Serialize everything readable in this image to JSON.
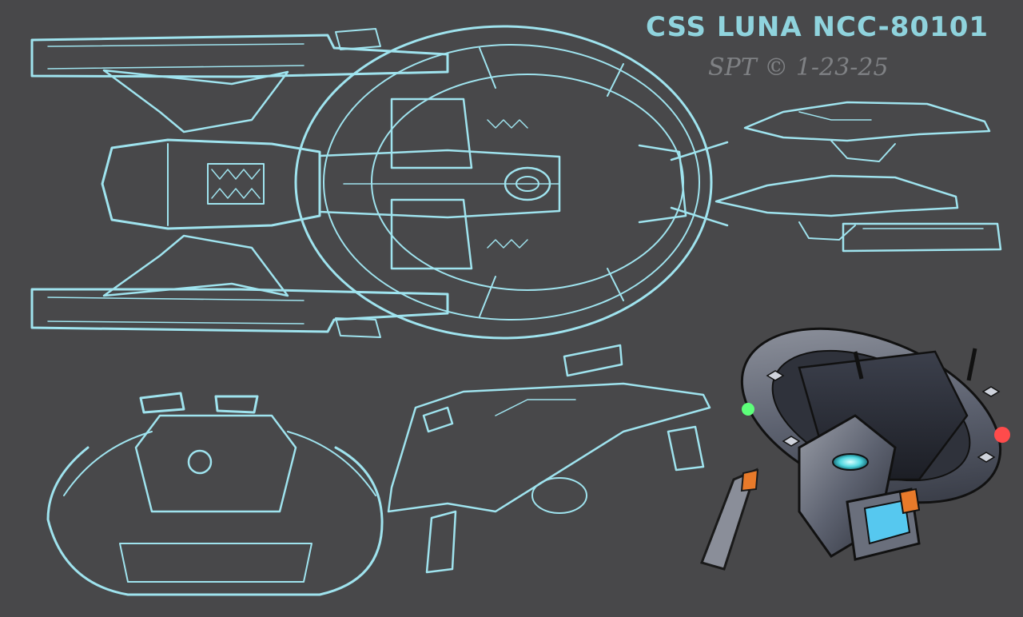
{
  "title": "CSS LUNA NCC-80101",
  "signature": "SPT © 1-23-25",
  "colors": {
    "background": "#48484a",
    "sketch_line": "#9fe3ee",
    "title": "#8fd3dd",
    "signature": "#7f8184"
  },
  "views": [
    "top-view-sketch",
    "side-view-sketch-upper",
    "side-view-sketch-lower",
    "front-view-sketch",
    "three-quarter-sketch",
    "color-render"
  ]
}
